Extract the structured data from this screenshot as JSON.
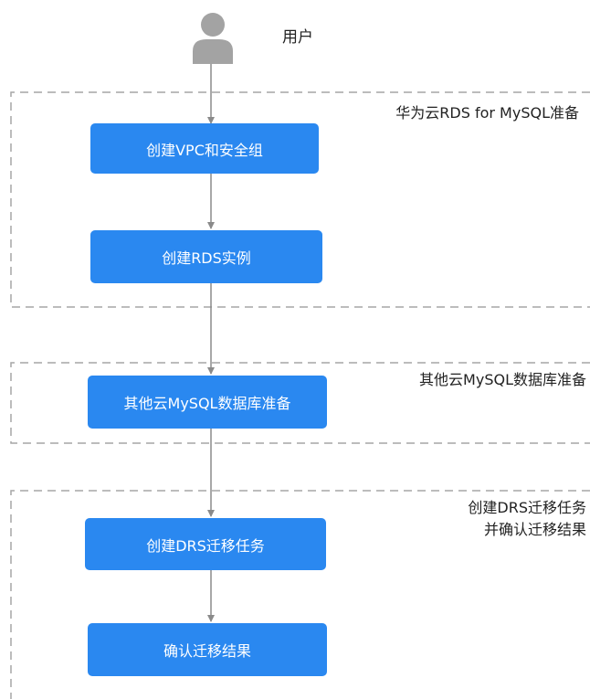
{
  "user": {
    "icon": "user-icon",
    "label": "用户"
  },
  "groups": [
    {
      "name": "rds-prep",
      "label_lines": [
        "华为云RDS for MySQL准备"
      ]
    },
    {
      "name": "other-cloud-prep",
      "label_lines": [
        "其他云MySQL数据库准备"
      ]
    },
    {
      "name": "drs-migration",
      "label_lines": [
        "创建DRS迁移任务",
        "并确认迁移结果"
      ]
    }
  ],
  "steps": [
    {
      "label": "创建VPC和安全组"
    },
    {
      "label": "创建RDS实例"
    },
    {
      "label": "其他云MySQL数据库准备"
    },
    {
      "label": "创建DRS迁移任务"
    },
    {
      "label": "确认迁移结果"
    }
  ],
  "colors": {
    "step_fill": "#2a88f0",
    "step_text": "#ffffff",
    "connector": "#8a8a8a",
    "group_border": "#a6a6a6",
    "user_icon": "#a3a3a3"
  }
}
